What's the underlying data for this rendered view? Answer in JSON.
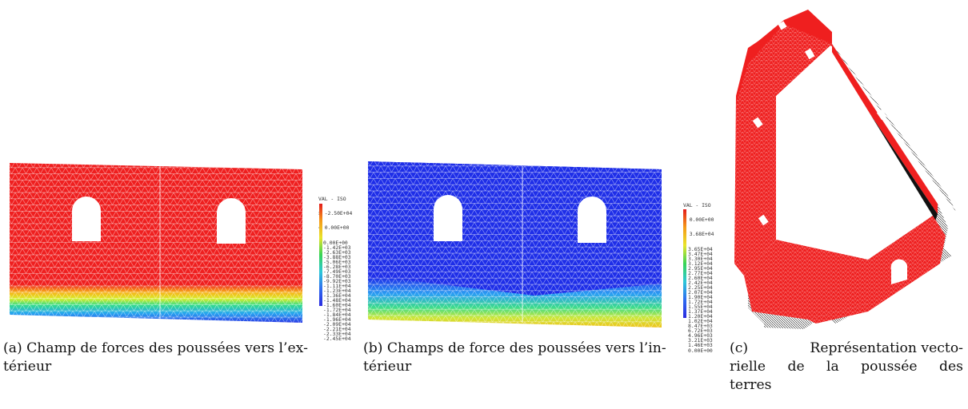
{
  "colors": {
    "wall_red": "#ef1f1f",
    "wall_blue": "#1e2ee8",
    "mesh_line": "#ffffff",
    "vector_black": "#111111"
  },
  "panel_a": {
    "legend_header": [
      "VAL - ISO",
      "> -2.50E+04",
      "< 0.00E+00"
    ],
    "legend_ticks": [
      "0.00E+00",
      "-1.42E+03",
      "-2.63E+03",
      "-3.88E+03",
      "-5.06E+03",
      "-6.28E+03",
      "-7.49E+03",
      "-8.70E+03",
      "-9.92E+03",
      "-1.11E+04",
      "-1.23E+04",
      "-1.36E+04",
      "-1.48E+04",
      "-1.60E+04",
      "-1.72E+04",
      "-1.84E+04",
      "-1.96E+04",
      "-2.09E+04",
      "-2.21E+04",
      "-2.33E+04",
      "-2.45E+04"
    ],
    "caption_tag": "(a)",
    "caption_line1": "Champ de forces des poussées vers l’ex-",
    "caption_line2": "térieur"
  },
  "panel_b": {
    "legend_header": [
      "VAL - ISO",
      "> 0.00E+00",
      "< 3.68E+04"
    ],
    "legend_ticks": [
      "3.65E+04",
      "3.47E+04",
      "3.30E+04",
      "3.12E+04",
      "2.95E+04",
      "2.77E+04",
      "2.60E+04",
      "2.42E+04",
      "2.25E+04",
      "2.07E+04",
      "1.90E+04",
      "1.72E+04",
      "1.55E+04",
      "1.37E+04",
      "1.20E+04",
      "1.02E+04",
      "8.47E+03",
      "6.72E+03",
      "4.96E+03",
      "3.21E+03",
      "1.46E+03",
      "0.00E+00"
    ],
    "caption_tag": "(b)",
    "caption_line1": "Champs de force des poussées vers l’in-",
    "caption_line2": "térieur"
  },
  "panel_c": {
    "caption_tag": "(c)",
    "caption_line1": "Représentation vecto-",
    "caption_line2": "rielle de la poussée des",
    "caption_line3": "terres"
  }
}
